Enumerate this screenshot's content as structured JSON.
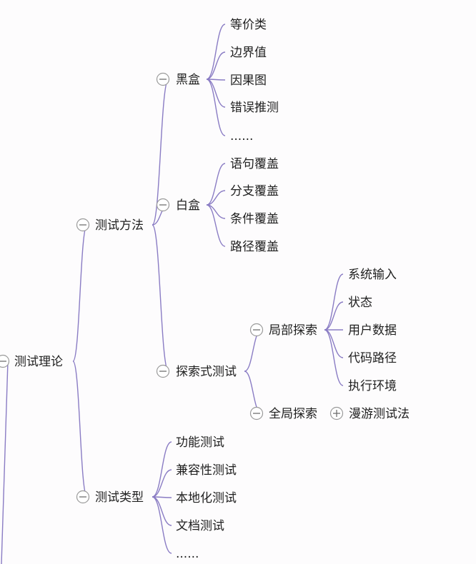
{
  "mindmap": {
    "root": {
      "label": "测试理论",
      "toggle": "collapse"
    },
    "nodes": {
      "test_methods": {
        "label": "测试方法",
        "toggle": "collapse"
      },
      "black_box": {
        "label": "黑盒",
        "toggle": "collapse"
      },
      "bb_equivalence": {
        "label": "等价类"
      },
      "bb_boundary": {
        "label": "边界值"
      },
      "bb_cause_effect": {
        "label": "因果图"
      },
      "bb_error_guessing": {
        "label": "错误推测"
      },
      "bb_more": {
        "label": "......"
      },
      "white_box": {
        "label": "白盒",
        "toggle": "collapse"
      },
      "wb_statement": {
        "label": "语句覆盖"
      },
      "wb_branch": {
        "label": "分支覆盖"
      },
      "wb_condition": {
        "label": "条件覆盖"
      },
      "wb_path": {
        "label": "路径覆盖"
      },
      "exploratory": {
        "label": "探索式测试",
        "toggle": "collapse"
      },
      "local_exploration": {
        "label": "局部探索",
        "toggle": "collapse"
      },
      "le_system_input": {
        "label": "系统输入"
      },
      "le_state": {
        "label": "状态"
      },
      "le_user_data": {
        "label": "用户数据"
      },
      "le_code_path": {
        "label": "代码路径"
      },
      "le_environment": {
        "label": "执行环境"
      },
      "global_exploration": {
        "label": "全局探索",
        "toggle": "collapse"
      },
      "tour_method": {
        "label": "漫游测试法",
        "toggle": "expand"
      },
      "test_types": {
        "label": "测试类型",
        "toggle": "collapse"
      },
      "tt_functional": {
        "label": "功能测试"
      },
      "tt_compatibility": {
        "label": "兼容性测试"
      },
      "tt_localization": {
        "label": "本地化测试"
      },
      "tt_documentation": {
        "label": "文档测试"
      },
      "tt_more": {
        "label": "......"
      }
    },
    "colors": {
      "connector": "#8a7cc4",
      "toggle_border": "#9a9a9a",
      "text": "#1f1f1f",
      "background": "#fdfcfd"
    }
  }
}
